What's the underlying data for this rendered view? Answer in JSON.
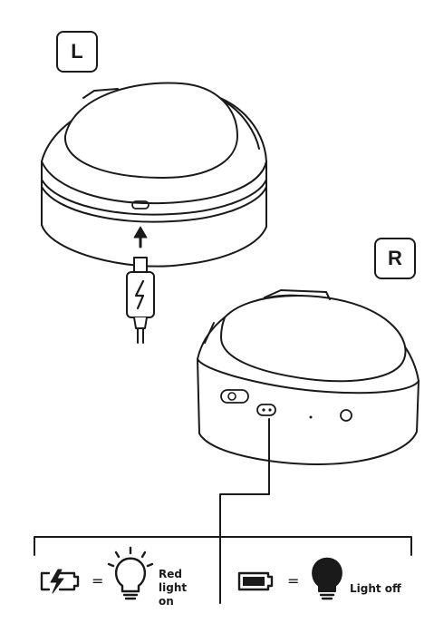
{
  "labels": {
    "left": "L",
    "right": "R"
  },
  "legend": {
    "charging": {
      "equals": "=",
      "lines": [
        "Red",
        "light",
        "on"
      ]
    },
    "charged": {
      "equals": "=",
      "text": "Light off"
    }
  },
  "colors": {
    "line": "#1a1a1a",
    "background": "#ffffff"
  },
  "icons": [
    "charging-battery-icon",
    "light-bulb-on-icon",
    "full-battery-icon",
    "light-bulb-off-icon",
    "usb-c-cable-icon",
    "arrow-up-icon"
  ]
}
